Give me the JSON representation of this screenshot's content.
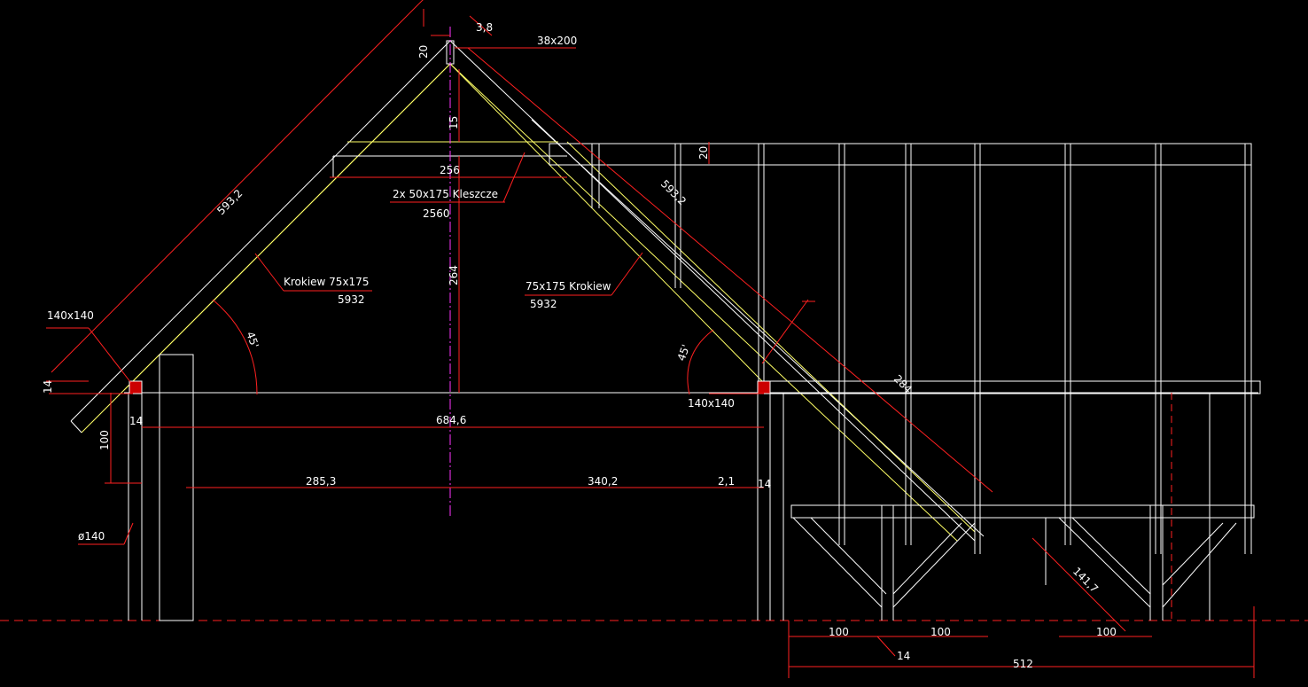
{
  "colors": {
    "background": "#000000",
    "structure": "#ffffff",
    "timber": "#ffff66",
    "dimension": "#ff2020",
    "axis": "#ff33ff",
    "post_fill": "#cc0000"
  },
  "labels": {
    "ridge_gap": "3,8",
    "ridge_board": "38x200",
    "ridge_offset": "20",
    "ridge_to_collar": "15",
    "rafter_left_len": "593,2",
    "rafter_right_len": "593,2",
    "collar_len": "256",
    "collar_name": "2x  50x175 Kleszcze",
    "collar_num": "2560",
    "rafter_left_name": "Krokiew  75x175",
    "rafter_left_num": "5932",
    "rafter_right_name": "75x175  Krokiew",
    "rafter_right_num": "5932",
    "height_264": "264",
    "wallplate_left": "140x140",
    "wallplate_right": "140x140",
    "angle_left": "45'",
    "angle_right": "45'",
    "dim_14_left_a": "14",
    "dim_14_left_b": "14",
    "dim_100": "100",
    "span_total": "684,6",
    "span_left": "285,3",
    "span_right": "340,2",
    "span_small": "2,1",
    "dim_14_right": "14",
    "post_diam": "ø140",
    "rafter_offset": "284",
    "top_offset_20": "20",
    "brace_len": "141,7",
    "bay_a": "100",
    "bay_b": "100",
    "bay_c": "100",
    "bay_gap": "14",
    "bay_total": "512"
  }
}
